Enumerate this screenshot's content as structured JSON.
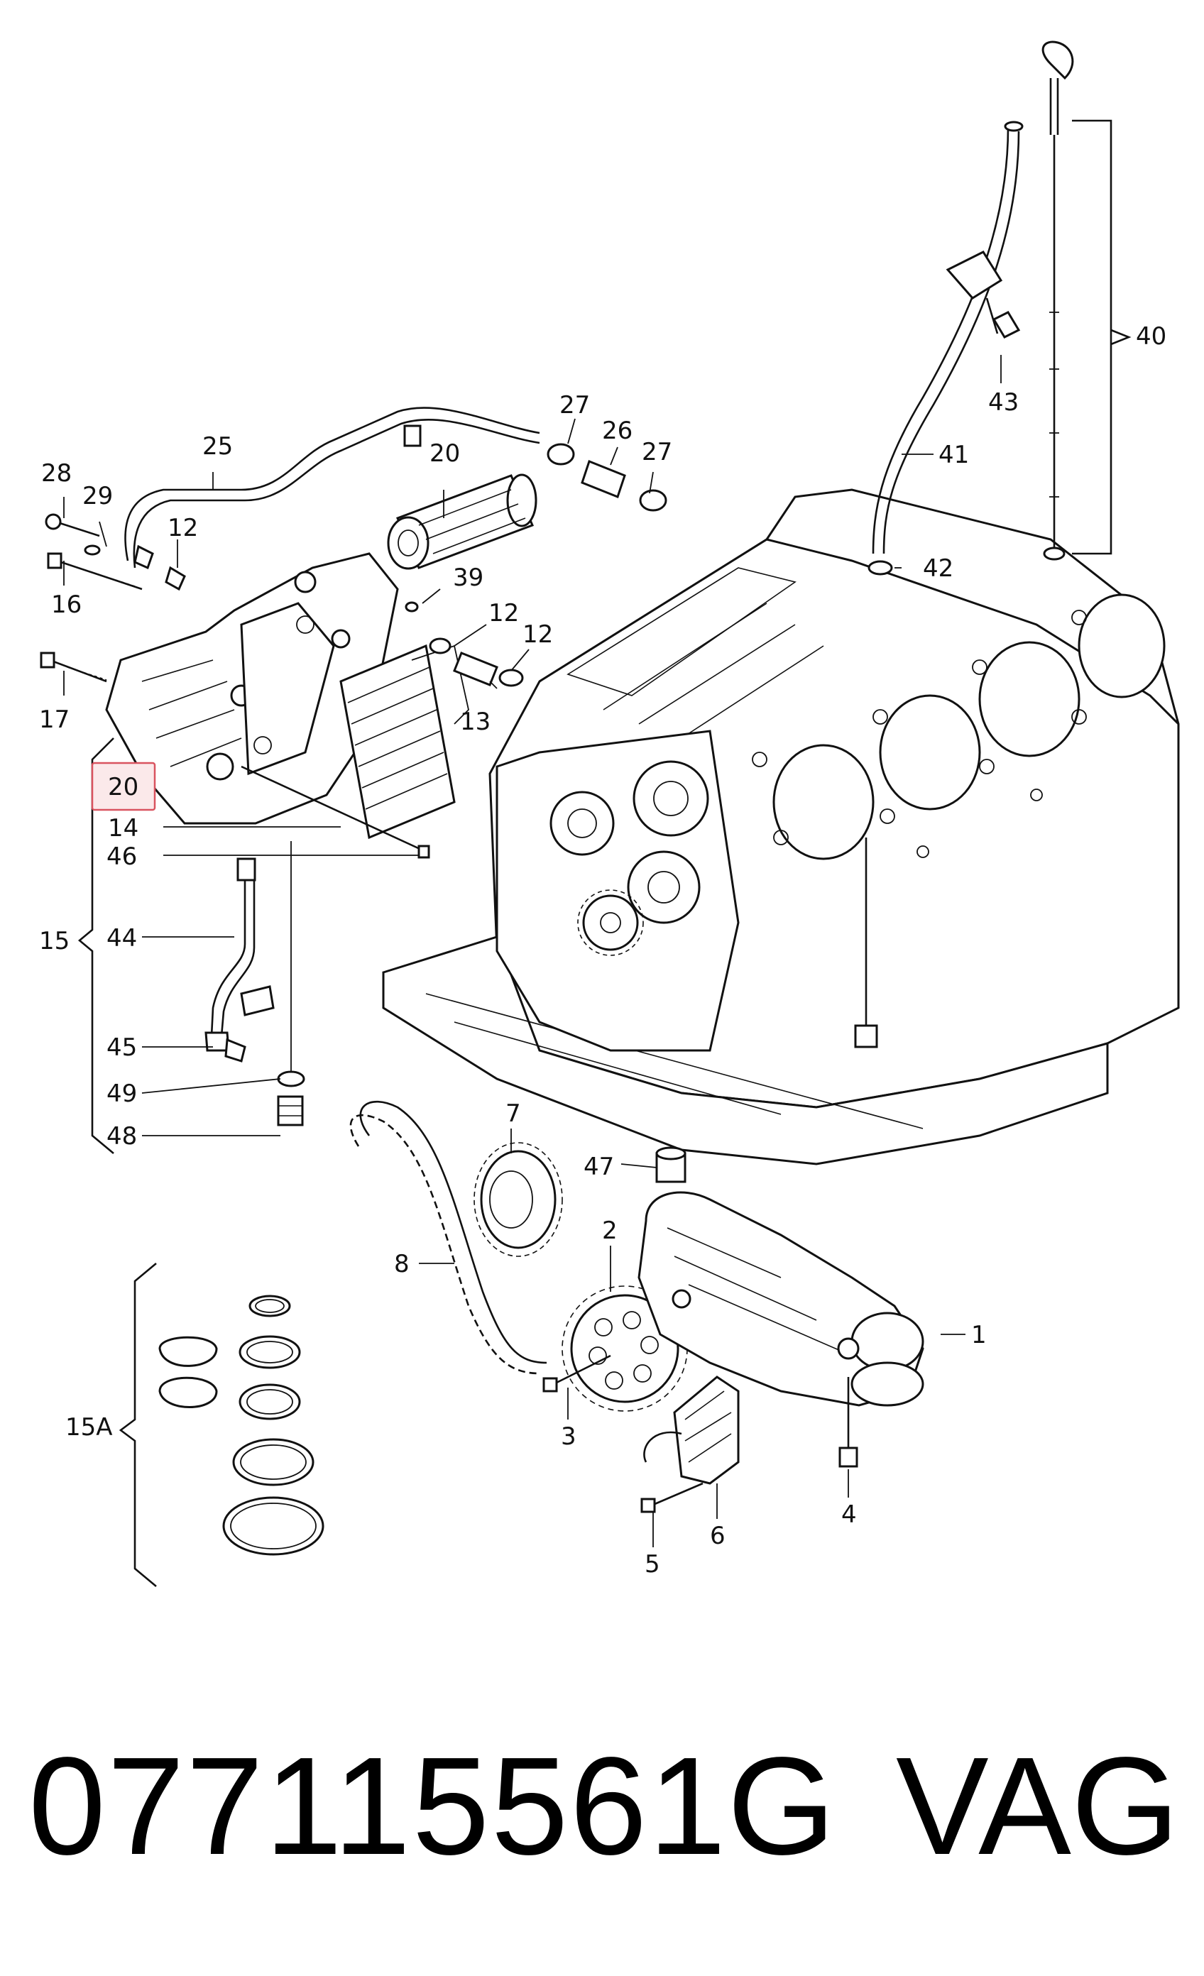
{
  "labels": [
    {
      "id": "1",
      "text": "1"
    },
    {
      "id": "2",
      "text": "2"
    },
    {
      "id": "3",
      "text": "3"
    },
    {
      "id": "4",
      "text": "4"
    },
    {
      "id": "5",
      "text": "5"
    },
    {
      "id": "6",
      "text": "6"
    },
    {
      "id": "7",
      "text": "7"
    },
    {
      "id": "8",
      "text": "8"
    },
    {
      "id": "12a",
      "text": "12"
    },
    {
      "id": "12b",
      "text": "12"
    },
    {
      "id": "12c",
      "text": "12"
    },
    {
      "id": "13",
      "text": "13"
    },
    {
      "id": "14",
      "text": "14"
    },
    {
      "id": "15",
      "text": "15"
    },
    {
      "id": "15A",
      "text": "15A"
    },
    {
      "id": "16",
      "text": "16"
    },
    {
      "id": "17",
      "text": "17"
    },
    {
      "id": "20a",
      "text": "20"
    },
    {
      "id": "20b",
      "text": "20"
    },
    {
      "id": "25",
      "text": "25"
    },
    {
      "id": "26",
      "text": "26"
    },
    {
      "id": "27a",
      "text": "27"
    },
    {
      "id": "27b",
      "text": "27"
    },
    {
      "id": "28",
      "text": "28"
    },
    {
      "id": "29",
      "text": "29"
    },
    {
      "id": "39",
      "text": "39"
    },
    {
      "id": "40",
      "text": "40"
    },
    {
      "id": "41",
      "text": "41"
    },
    {
      "id": "42",
      "text": "42"
    },
    {
      "id": "43",
      "text": "43"
    },
    {
      "id": "44",
      "text": "44"
    },
    {
      "id": "45",
      "text": "45"
    },
    {
      "id": "46",
      "text": "46"
    },
    {
      "id": "47",
      "text": "47"
    },
    {
      "id": "48",
      "text": "48"
    },
    {
      "id": "49",
      "text": "49"
    }
  ],
  "highlighted_label": "20",
  "highlight_color": "#d9535f",
  "footer": {
    "part_number": "077115561G",
    "brand": "VAG"
  }
}
